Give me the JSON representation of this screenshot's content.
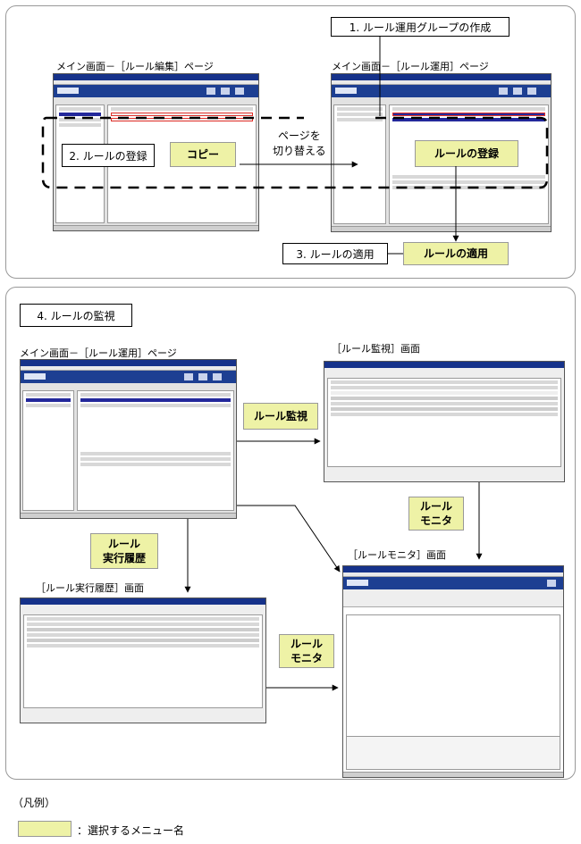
{
  "steps": {
    "create_group": "1. ルール運用グループの作成",
    "register": "2. ルールの登録",
    "apply": "3. ルールの適用",
    "monitor": "4. ルールの監視"
  },
  "captions": {
    "edit_page": "メイン画面－［ルール編集］ページ",
    "ops_page_top": "メイン画面－［ルール運用］ページ",
    "ops_page_bottom": "メイン画面－［ルール運用］ページ",
    "switch_page": "ページを\n切り替える",
    "monitor_screen": "［ルール監視］画面",
    "rule_monitor_screen": "［ルールモニタ］画面",
    "history_screen": "［ルール実行履歴］画面"
  },
  "menu_names": {
    "copy": "コピー",
    "rule_register": "ルールの登録",
    "rule_apply": "ルールの適用",
    "rule_watch": "ルール監視",
    "rule_monitor_1": "ルール\nモニタ",
    "rule_history": "ルール\n実行履歴",
    "rule_monitor_2": "ルール\nモニタ"
  },
  "legend": {
    "title": "（凡例）",
    "item": "：選択するメニュー名"
  },
  "colors": {
    "highlight": "#eef2a6",
    "window_title": "#16328a",
    "selection": "#23289b",
    "emphasis": "#e0302a"
  }
}
